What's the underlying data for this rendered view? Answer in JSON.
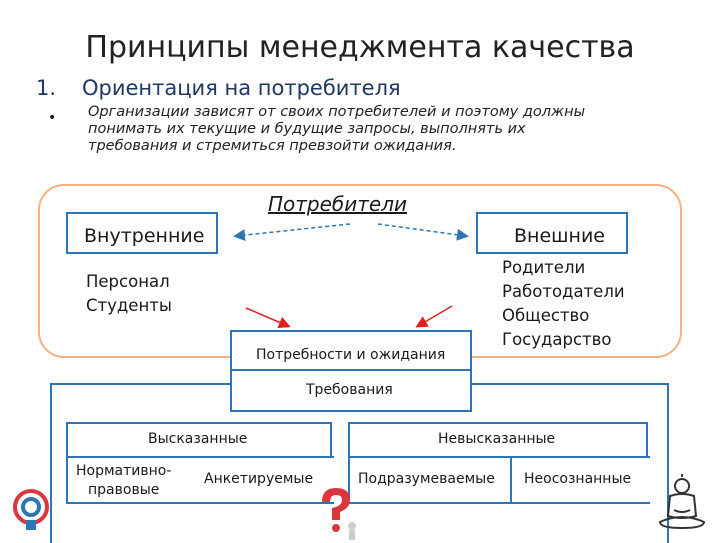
{
  "slide": {
    "title": "Принципы менеджмента качества",
    "heading_number": "1.",
    "heading_text": "Ориентация на потребителя",
    "bullet": "•",
    "body_lines": [
      "Организации зависят от своих потребителей и поэтому должны",
      "понимать их текущие и будущие запросы, выполнять их",
      "требования и стремиться превзойти ожидания."
    ]
  },
  "diagram": {
    "consumers_label": "Потребители",
    "internal_label": "Внутренние",
    "external_label": "Внешние",
    "internal_list": [
      "Персонал",
      "Студенты"
    ],
    "external_list": [
      "Родители",
      "Работодатели",
      "Общество",
      "Государство"
    ],
    "needs_label": "Потребности и ожидания",
    "requirements_label": "Требования",
    "stated_label": "Высказанные",
    "unstated_label": "Невысказанные",
    "normative_label_lines": [
      "Нормативно-",
      "правовые"
    ],
    "surveyed_label": "Анкетируемые",
    "implied_label": "Подразумеваемые",
    "unconscious_label": "Неосознанные"
  },
  "colors": {
    "orange_frame": "#f4b183",
    "blue_border": "#2e75b6",
    "red_arrow": "#e02020",
    "dashed_arrow": "#2e75b6",
    "heading": "#1f3864"
  },
  "icons": [
    "logo-icon",
    "question-person-icon",
    "buddha-icon"
  ]
}
